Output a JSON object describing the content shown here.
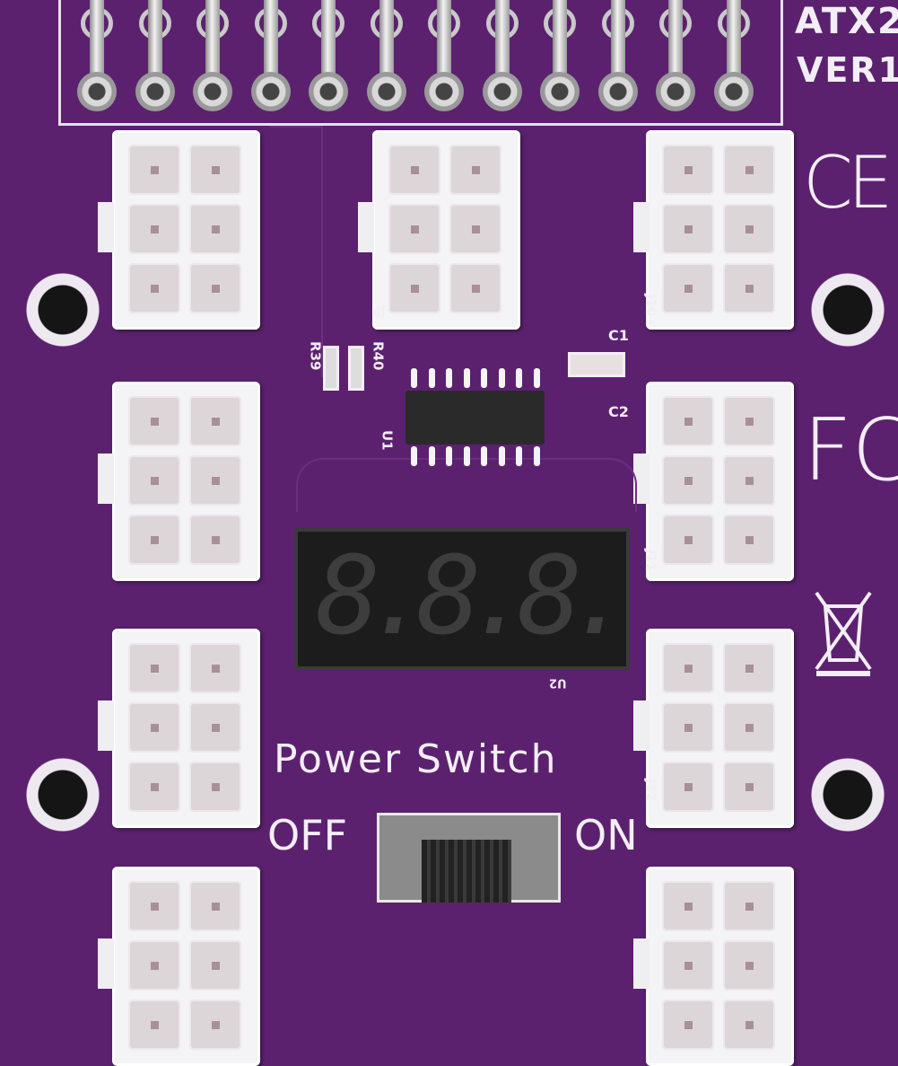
{
  "board": {
    "title_line1": "ATX2",
    "title_line2": "VER1",
    "silkscreen": {
      "power_switch": "Power Switch",
      "off": "OFF",
      "on": "ON",
      "j9": "J9",
      "j10": "J10",
      "j11": "J11",
      "j12": "J12",
      "u1": "U1",
      "u2": "U2",
      "r39": "R39",
      "r40": "R40",
      "c1": "C1",
      "c2": "C2"
    },
    "display_digits": "8.8.8.",
    "logos": {
      "ce": "CE",
      "fcc": "FC"
    },
    "colors": {
      "pcb": "#5b216f",
      "silk": "#f3eef6",
      "connector": "#f4f3f5"
    }
  }
}
